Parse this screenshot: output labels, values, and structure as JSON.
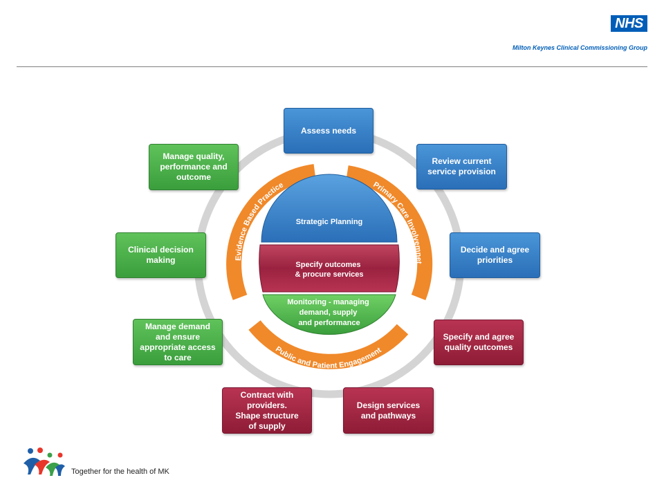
{
  "header": {
    "logo_text": "NHS",
    "organisation": "Milton Keynes Clinical Commissioning Group"
  },
  "diagram": {
    "center": {
      "top": "Strategic Planning",
      "middle": [
        "Specify outcomes",
        "& procure services"
      ],
      "bottom": [
        "Monitoring - managing",
        "demand, supply",
        "and performance"
      ]
    },
    "arcs": {
      "left": "Evidence Based Practice",
      "right": "Primary Care Involvemnet",
      "bottom": "Public and Patient Engagement"
    },
    "boxes": {
      "assess": [
        "Assess needs"
      ],
      "review": [
        "Review current",
        "service provision"
      ],
      "decide": [
        "Decide and agree",
        "priorities"
      ],
      "specify_quality": [
        "Specify and agree",
        "quality outcomes"
      ],
      "design": [
        "Design services",
        "and pathways"
      ],
      "contract": [
        "Contract with",
        "providers.",
        "Shape structure",
        "of supply"
      ],
      "manage_demand": [
        "Manage demand",
        "and ensure",
        "appropriate access",
        "to care"
      ],
      "clinical": [
        "Clinical decision",
        "making"
      ],
      "manage_quality": [
        "Manage quality,",
        "performance and",
        "outcome"
      ]
    },
    "colors": {
      "blue": "#2a6fb8",
      "green": "#3a9e3c",
      "red": "#8e1c36",
      "orange": "#f0892a",
      "ring": "#d4d4d4"
    }
  },
  "footer": {
    "tagline": "Together for the health of MK"
  }
}
